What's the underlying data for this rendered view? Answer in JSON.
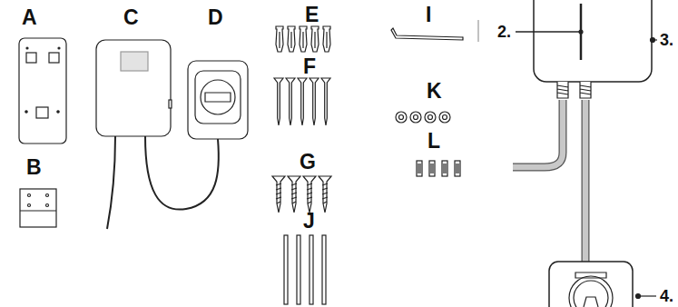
{
  "diagram": {
    "labels": [
      "A",
      "B",
      "C",
      "D",
      "E",
      "F",
      "G",
      "J",
      "I",
      "K",
      "L",
      "2.",
      "3.",
      "4."
    ]
  }
}
